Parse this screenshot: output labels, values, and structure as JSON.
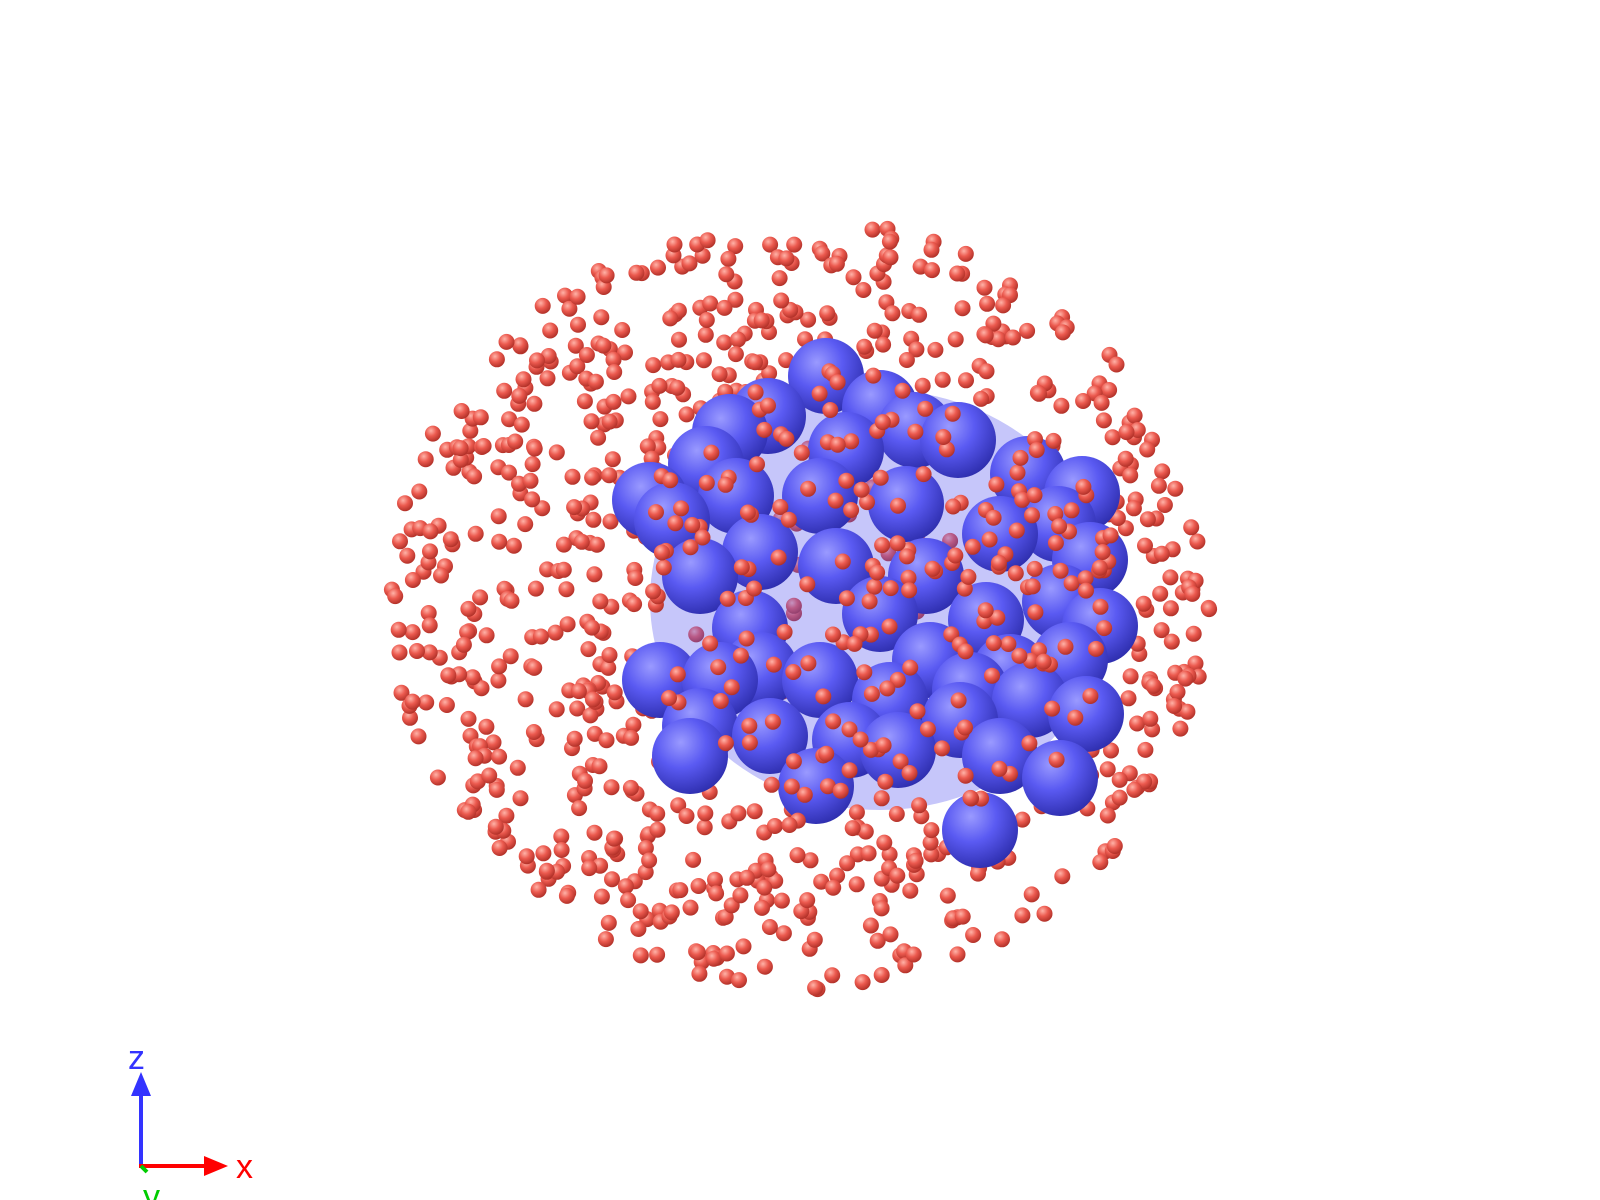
{
  "axes": {
    "z_label": "z",
    "x_label": "x",
    "y_label": "y",
    "colors": {
      "z": "#3333ff",
      "x": "#ff0000",
      "y": "#00cc00"
    }
  },
  "scene": {
    "cluster_color": "#5b5bf0",
    "particle_color": "#e8584e"
  }
}
